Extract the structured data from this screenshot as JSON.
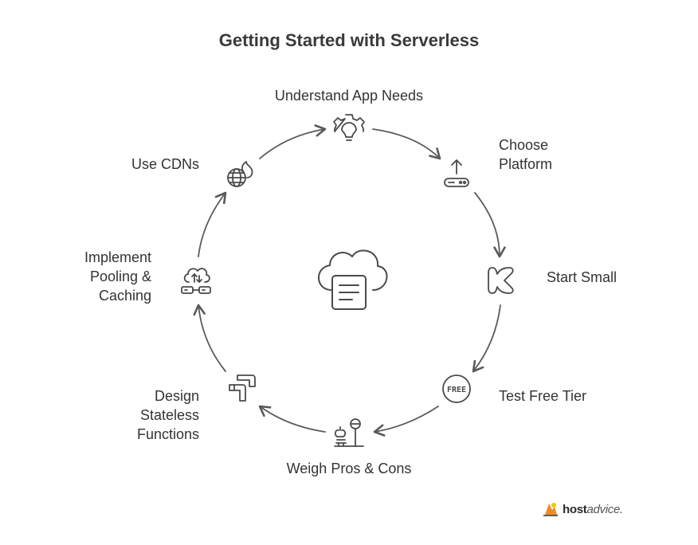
{
  "title": "Getting Started with Serverless",
  "center_icon": "cloud-document-icon",
  "steps": [
    {
      "id": "understand",
      "lines": [
        "Understand App Needs"
      ],
      "icon": "gear-bulb-icon"
    },
    {
      "id": "choose",
      "lines": [
        "Choose",
        "Platform"
      ],
      "icon": "upload-router-icon"
    },
    {
      "id": "start",
      "lines": [
        "Start Small"
      ],
      "icon": "kubernetes-k-icon"
    },
    {
      "id": "test",
      "lines": [
        "Test Free Tier"
      ],
      "icon": "free-badge-icon"
    },
    {
      "id": "weigh",
      "lines": [
        "Weigh Pros & Cons"
      ],
      "icon": "scale-icon"
    },
    {
      "id": "design",
      "lines": [
        "Design",
        "Stateless",
        "Functions"
      ],
      "icon": "function-blocks-icon"
    },
    {
      "id": "pool",
      "lines": [
        "Implement",
        "Pooling &",
        "Caching"
      ],
      "icon": "cloud-sync-icon"
    },
    {
      "id": "cdn",
      "lines": [
        "Use CDNs"
      ],
      "icon": "globe-flame-icon"
    }
  ],
  "free_badge_text": "FREE",
  "logo": {
    "bold": "host",
    "light": "advice."
  },
  "colors": {
    "stroke": "#4a4a4a",
    "arrow": "#5a5a5a",
    "text": "#333333",
    "logo_orange": "#f08a24",
    "logo_yellow": "#f5c400"
  }
}
